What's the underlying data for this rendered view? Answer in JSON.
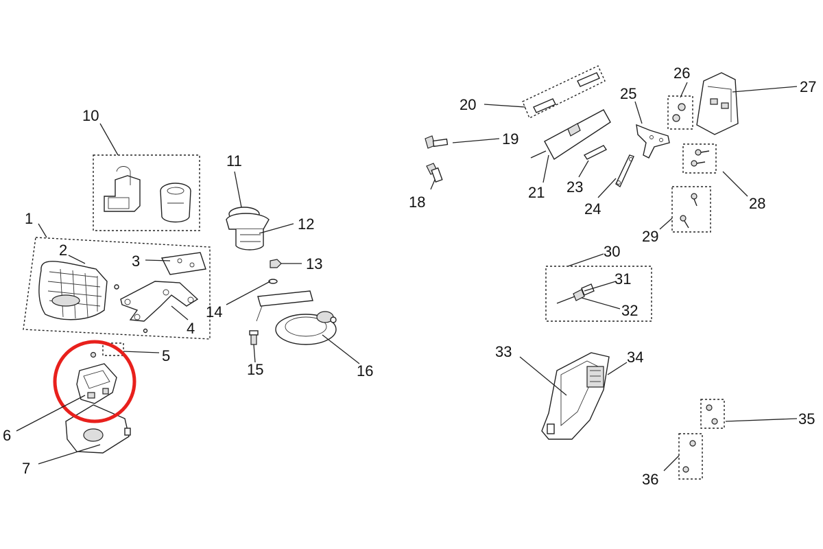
{
  "diagram": {
    "callouts": [
      "1",
      "2",
      "3",
      "4",
      "5",
      "6",
      "7",
      "10",
      "11",
      "12",
      "13",
      "14",
      "15",
      "16",
      "18",
      "19",
      "20",
      "21",
      "23",
      "24",
      "25",
      "26",
      "27",
      "28",
      "29",
      "30",
      "31",
      "32",
      "33",
      "34",
      "35",
      "36"
    ]
  },
  "colors": {
    "highlight": "#e8201c",
    "line": "#222222",
    "background": "#ffffff"
  }
}
